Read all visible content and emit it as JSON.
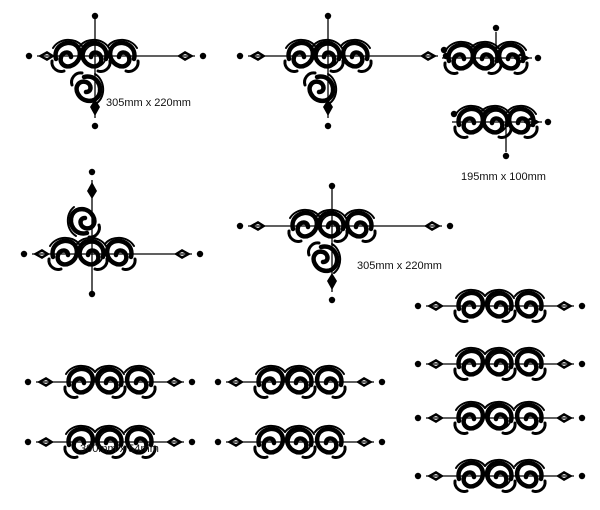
{
  "labels": {
    "size_corner_large": "305mm x 220mm",
    "size_corner_small": "195mm x 100mm",
    "size_t_piece": "305mm x 220mm",
    "size_border": "300mm x 54mm"
  },
  "colors": {
    "ink": "#000000",
    "background": "#ffffff"
  },
  "icons": [
    "scroll-swirl-ornament",
    "arrowhead-diamond",
    "dot-terminal"
  ]
}
